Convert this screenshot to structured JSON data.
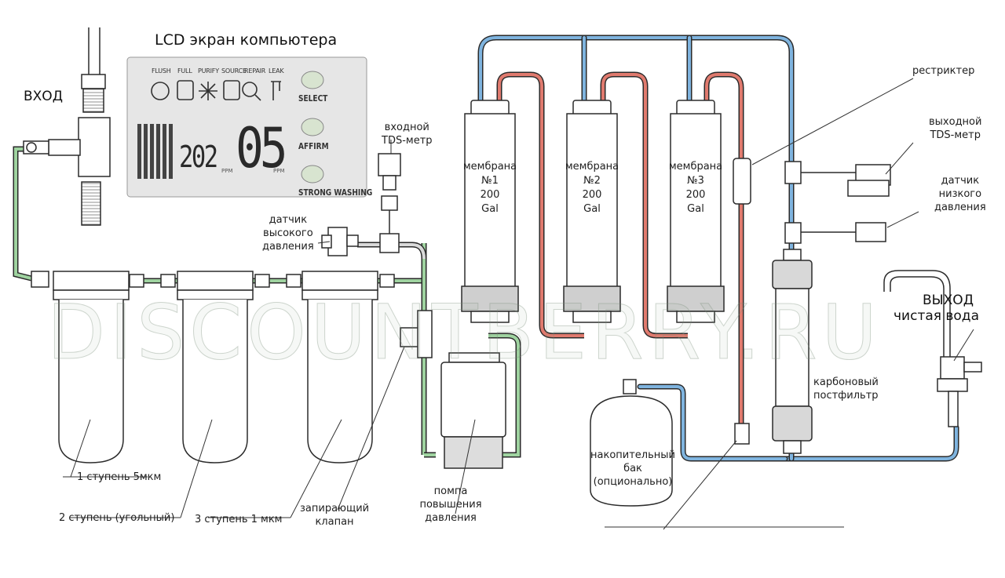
{
  "lcd": {
    "title": "LCD экран компьютера",
    "modes": [
      "FLUSH",
      "FULL",
      "PURIFY",
      "SOURCE",
      "REPAIR",
      "LEAK"
    ],
    "tds_value": "202",
    "big_value": "05",
    "unit_small": "PPM",
    "unit_big": "PPM",
    "buttons": [
      "SELECT",
      "AFFIRM",
      "STRONG WASHING"
    ]
  },
  "labels": {
    "inlet": "ВХОД",
    "inlet_tds": [
      "входной",
      "TDS-метр"
    ],
    "high_pressure": [
      "датчик",
      "высокого",
      "давления"
    ],
    "restrictor": "рестриктер",
    "outlet_tds": [
      "выходной",
      "TDS-метр"
    ],
    "low_pressure": [
      "датчик",
      "низкого",
      "давления"
    ],
    "outlet": [
      "ВЫХОД",
      "чистая вода"
    ],
    "carbon_post": [
      "карбоновый",
      "постфильтр"
    ],
    "tank": [
      "накопительный",
      "бак",
      "(опционально)"
    ],
    "pump": [
      "помпа",
      "повышения",
      "давления"
    ],
    "valve": [
      "запирающий",
      "клапан"
    ],
    "stage1": "1 ступень 5мкм",
    "stage2": "2 ступень (угольный)",
    "stage3": "3 ступень 1 мкм"
  },
  "membranes": [
    {
      "name": "мембрана",
      "number": "№1",
      "capacity": "200",
      "unit": "Gal"
    },
    {
      "name": "мембрана",
      "number": "№2",
      "capacity": "200",
      "unit": "Gal"
    },
    {
      "name": "мембрана",
      "number": "№3",
      "capacity": "200",
      "unit": "Gal"
    }
  ],
  "watermark": "DISCOUNTBERRY.RU",
  "colors": {
    "clean_water_tube": "#7fb4df",
    "concentrate_tube": "#e07a6e",
    "raw_water_tube": "#9fd3a0",
    "outline": "#2b2b2b",
    "lcd_bg": "#e6e6e6"
  }
}
